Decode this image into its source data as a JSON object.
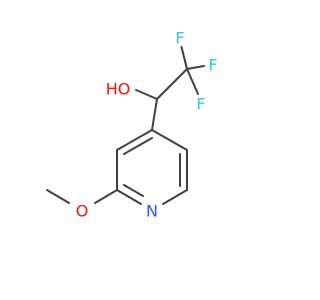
{
  "molecule": {
    "atoms": {
      "F_top": {
        "label": "F",
        "color": "#33cccc"
      },
      "F_right": {
        "label": "F",
        "color": "#33cccc"
      },
      "F_bottom": {
        "label": "F",
        "color": "#33cccc"
      },
      "OH": {
        "label": "HO",
        "color": "#ff0d0d"
      },
      "N": {
        "label": "N",
        "color": "#3050f8"
      },
      "O_methoxy": {
        "label": "O",
        "color": "#ff0d0d"
      }
    },
    "bond_color": "#404040"
  }
}
